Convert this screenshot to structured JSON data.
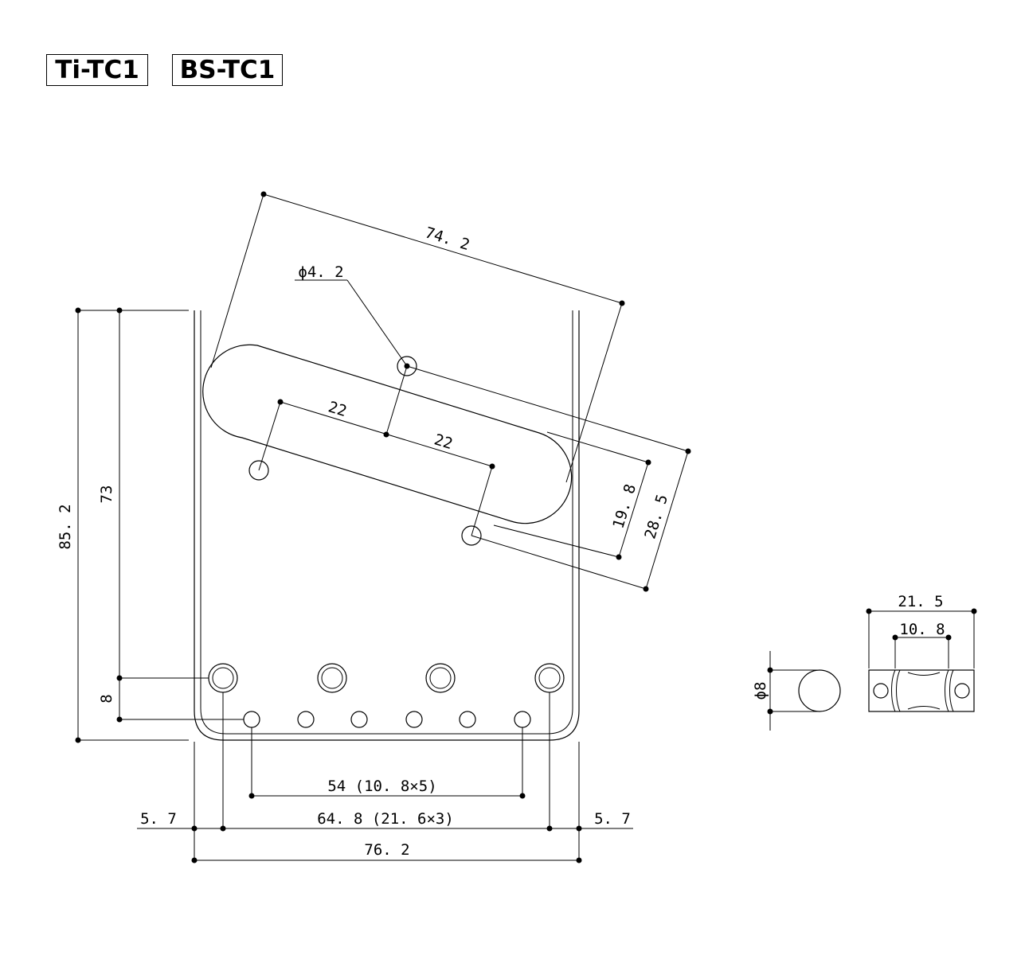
{
  "header": {
    "model_1": "Ti-TC1",
    "model_2": "BS-TC1"
  },
  "dimensions": {
    "overall_height": "85. 2",
    "screw_height": "73",
    "screw_row_offset": "8",
    "pickup_slot_length": "74. 2",
    "mount_hole_dia": "ϕ4. 2",
    "hole_spacing_1": "22",
    "hole_spacing_2": "22",
    "offset_19_8": "19. 8",
    "offset_28_5": "28. 5",
    "string_hole_span": "54 (10. 8×5)",
    "saddle_screw_span": "64. 8 (21. 6×3)",
    "margin_left": "5. 7",
    "margin_right": "5. 7",
    "overall_width": "76. 2",
    "saddle_length": "21. 5",
    "saddle_hole_spacing": "10. 8",
    "saddle_diameter": "ϕ8"
  },
  "colors": {
    "ink": "#000000",
    "paper": "#ffffff"
  }
}
